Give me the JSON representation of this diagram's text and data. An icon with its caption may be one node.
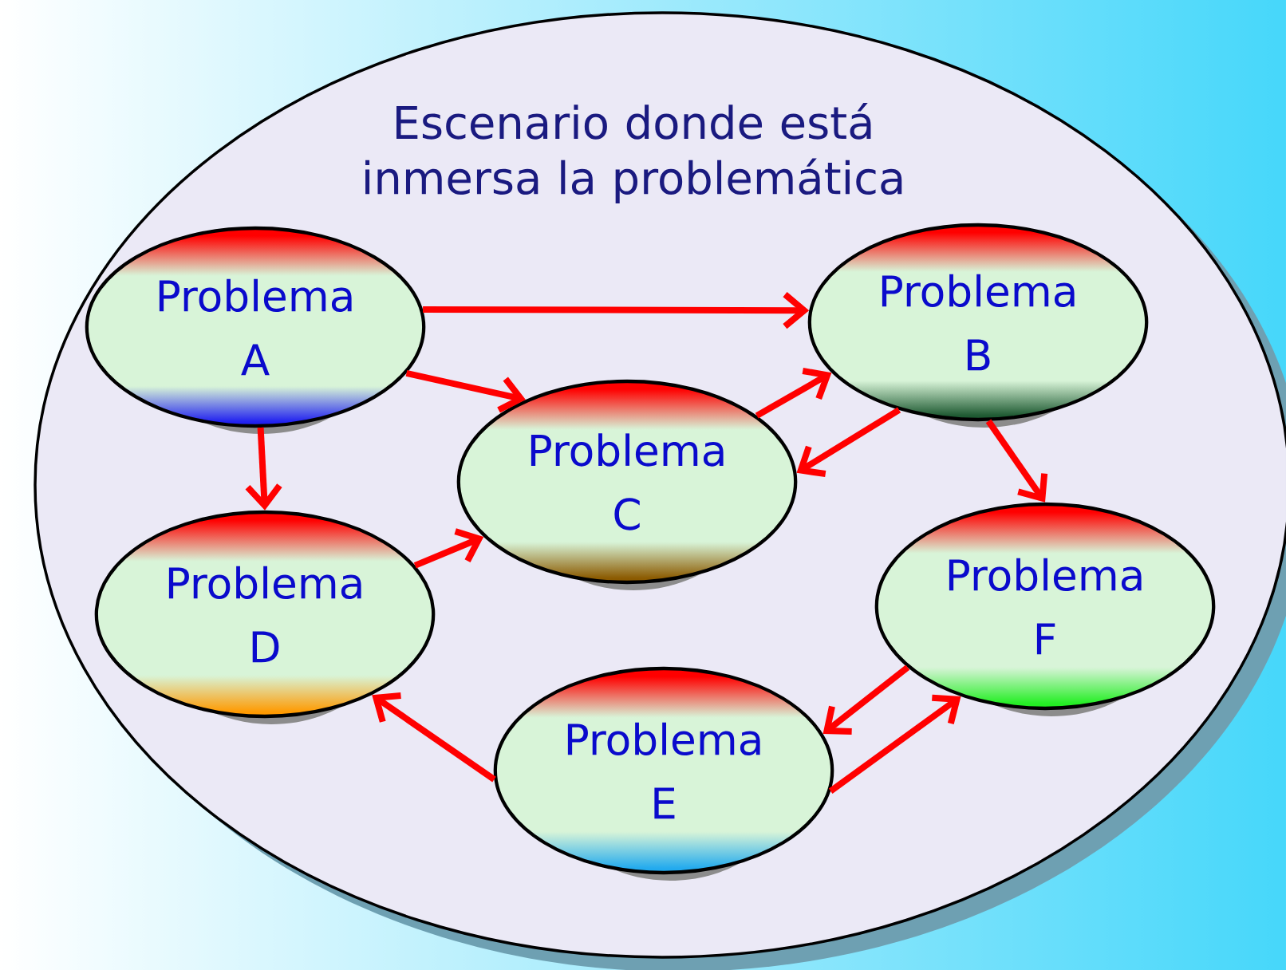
{
  "diagram": {
    "nodes": [
      {
        "text": [
          "Escenario donde está inmersa la problemática"
        ]
      },
      {
        "text": [
          "Problema A"
        ],
        "in": 0
      },
      {
        "text": [
          "Problema B"
        ],
        "in": 0
      },
      {
        "text": [
          "Problema C"
        ],
        "in": 0
      },
      {
        "text": [
          "Problema D"
        ],
        "in": 0
      },
      {
        "text": [
          "Problema F"
        ],
        "in": 0
      },
      {
        "text": [
          "Problema E"
        ],
        "in": 0
      }
    ],
    "edges": [
      {
        "from": 1,
        "to": 2,
        "arrow": "to"
      },
      {
        "from": 1,
        "to": 3,
        "arrow": "to"
      },
      {
        "from": 1,
        "to": 4,
        "arrow": "to"
      },
      {
        "from": 3,
        "to": 2,
        "arrow": "to"
      },
      {
        "from": 2,
        "to": 3,
        "arrow": "to"
      },
      {
        "from": 2,
        "to": 5,
        "arrow": "to"
      },
      {
        "from": 4,
        "to": 3,
        "arrow": "to"
      },
      {
        "from": 6,
        "to": 4,
        "arrow": "to"
      },
      {
        "from": 5,
        "to": 6,
        "arrow": "to"
      },
      {
        "from": 6,
        "to": 5,
        "arrow": "to"
      }
    ]
  }
}
